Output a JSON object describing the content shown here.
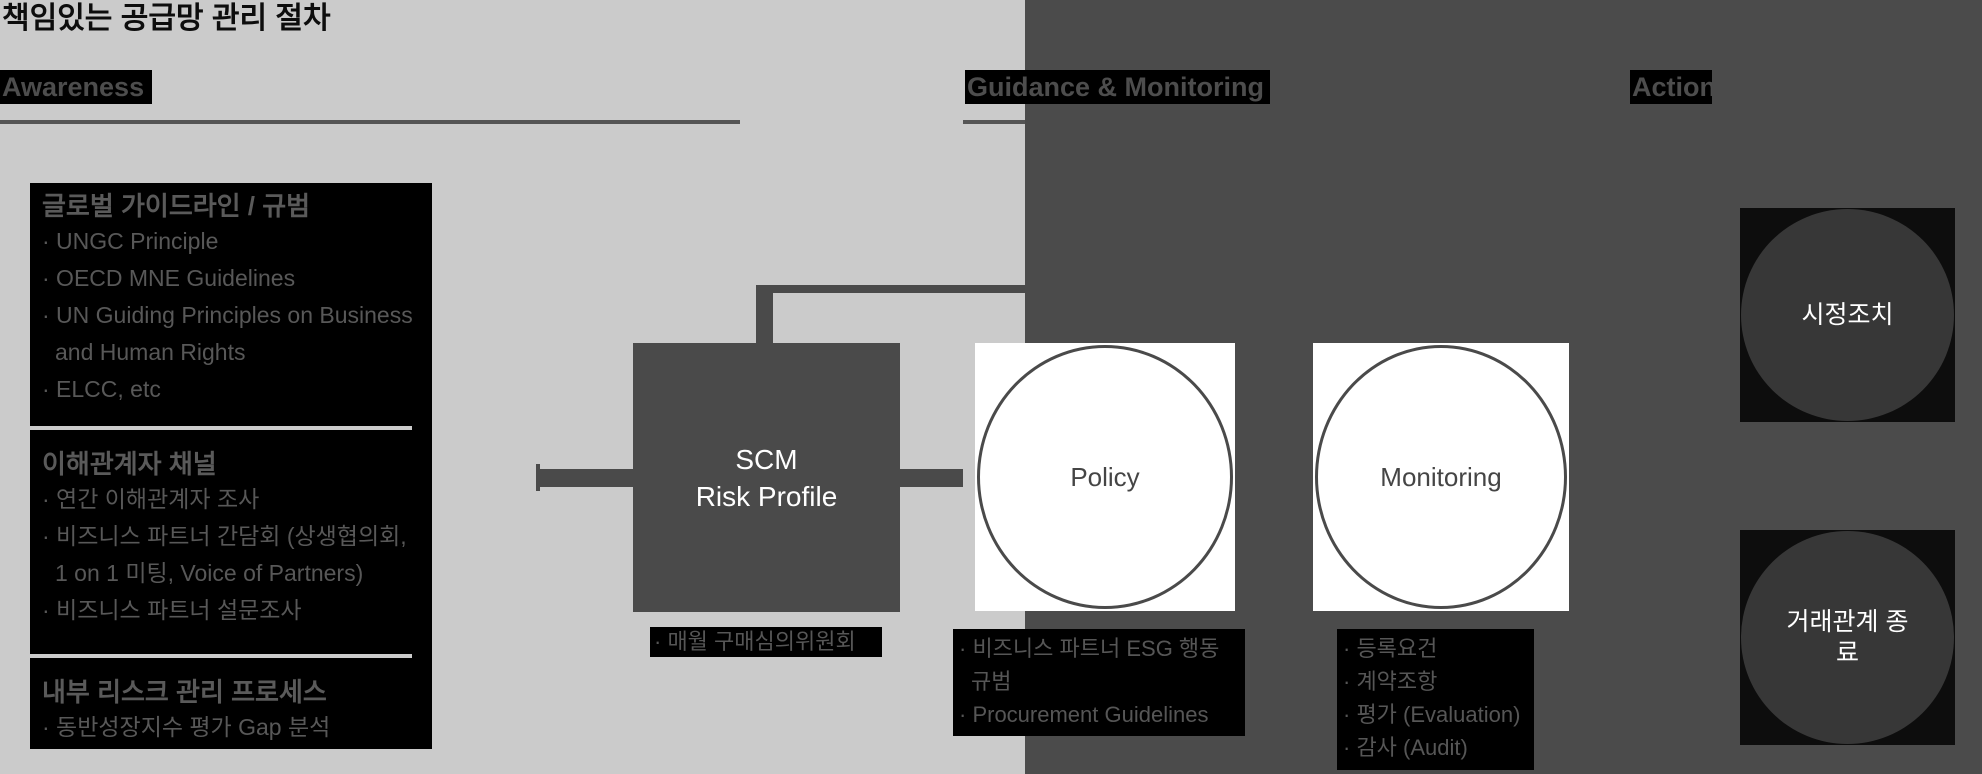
{
  "title": "책임있는 공급망 관리 절차",
  "headers": {
    "awareness": "Awareness",
    "guidance": "Guidance & Monitoring",
    "action": "Action"
  },
  "awareness_panel": {
    "groups": [
      {
        "heading": "글로벌 가이드라인 / 규범",
        "items": [
          "· UNGC Principle",
          "· OECD MNE Guidelines",
          "· UN Guiding Principles on Business and Human Rights",
          "· ELCC, etc"
        ]
      },
      {
        "heading": "이해관계자 채널",
        "items": [
          "· 연간 이해관계자 조사",
          "· 비즈니스 파트너 간담회  (상생협의회, 1 on 1 미팅, Voice of Partners)",
          "· 비즈니스 파트너 설문조사"
        ]
      },
      {
        "heading": "내부 리스크 관리 프로세스",
        "items": [
          "· 동반성장지수 평가 Gap 분석"
        ]
      }
    ]
  },
  "scm_box": {
    "line1": "SCM",
    "line2": "Risk Profile",
    "note": "· 매월 구매심의위원회"
  },
  "policy": {
    "label": "Policy",
    "notes": [
      "· 비즈니스 파트너 ESG 행동 규범",
      "· Procurement Guidelines"
    ]
  },
  "monitoring": {
    "label": "Monitoring",
    "notes": [
      "· 등록요건",
      "· 계약조항",
      "· 평가 (Evaluation)",
      "· 감사 (Audit)"
    ]
  },
  "action_panel": {
    "items": [
      {
        "label": "시정조치"
      },
      {
        "label": "거래관계 종료"
      }
    ]
  },
  "colors": {
    "background_light": "#cbcbcb",
    "background_dark": "#4b4b4b",
    "highlight_black": "#000000",
    "box_dark": "#4a4a4a",
    "muted_text": "#565656",
    "white_text": "#ffffff",
    "action_circle": "#373737"
  }
}
